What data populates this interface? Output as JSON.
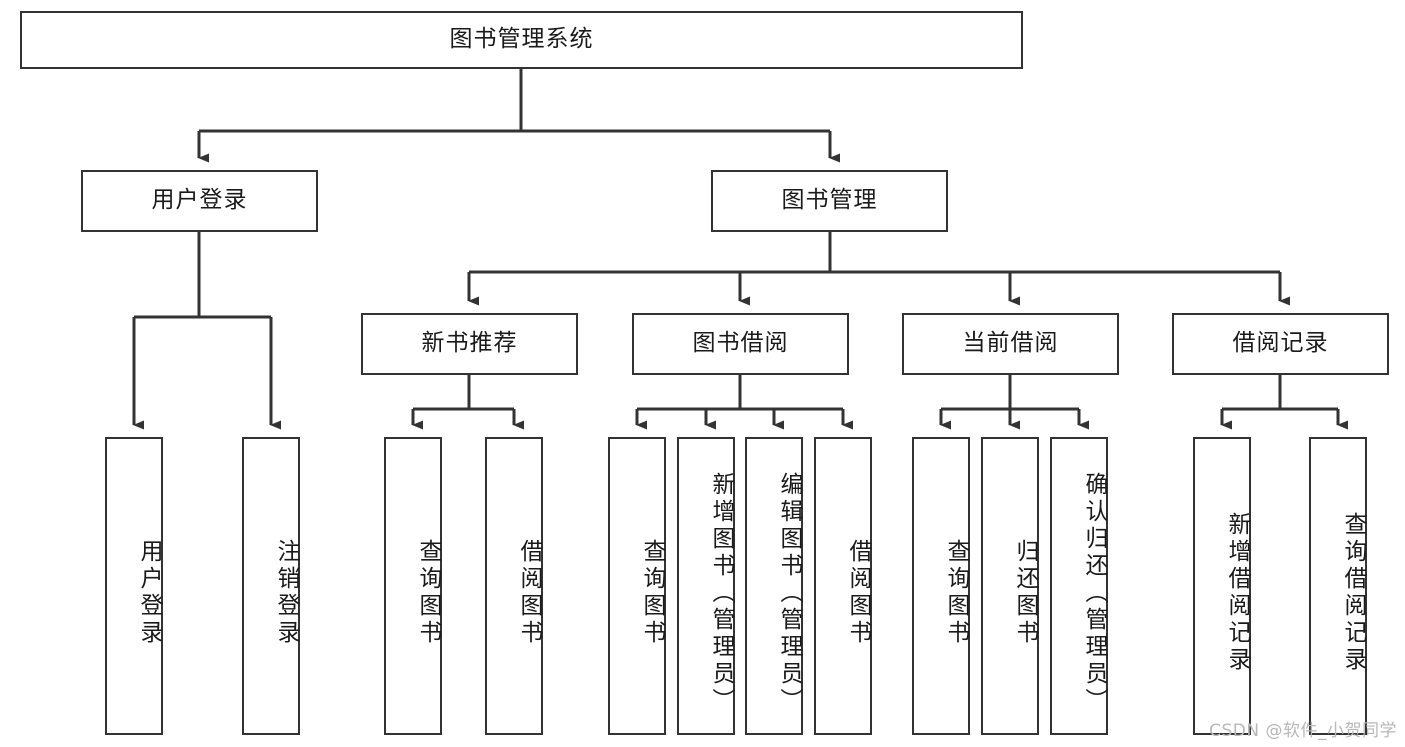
{
  "diagram": {
    "title": "图书管理系统",
    "type": "tree-hierarchy-diagram",
    "colors": {
      "box_border": "#333333",
      "box_fill": "#ffffff",
      "connector": "#333333",
      "background": "#ffffff",
      "watermark": "#b8b8b8"
    },
    "root": {
      "label": "图书管理系统"
    },
    "level2": [
      {
        "label": "用户登录"
      },
      {
        "label": "图书管理"
      }
    ],
    "level3": [
      {
        "label": "新书推荐"
      },
      {
        "label": "图书借阅"
      },
      {
        "label": "当前借阅"
      },
      {
        "label": "借阅记录"
      }
    ],
    "leaves": {
      "user_login": [
        {
          "label": "用户登录"
        },
        {
          "label": "注销登录"
        }
      ],
      "new_book_recommend": [
        {
          "label": "查询图书"
        },
        {
          "label": "借阅图书"
        }
      ],
      "book_borrow": [
        {
          "label": "查询图书"
        },
        {
          "label": "新增图书（管理员）"
        },
        {
          "label": "编辑图书（管理员）"
        },
        {
          "label": "借阅图书"
        }
      ],
      "current_borrow": [
        {
          "label": "查询图书"
        },
        {
          "label": "归还图书"
        },
        {
          "label": "确认归还（管理员）"
        }
      ],
      "borrow_record": [
        {
          "label": "新增借阅记录"
        },
        {
          "label": "查询借阅记录"
        }
      ]
    }
  },
  "watermark": {
    "text": "CSDN @软件_小贺同学"
  }
}
